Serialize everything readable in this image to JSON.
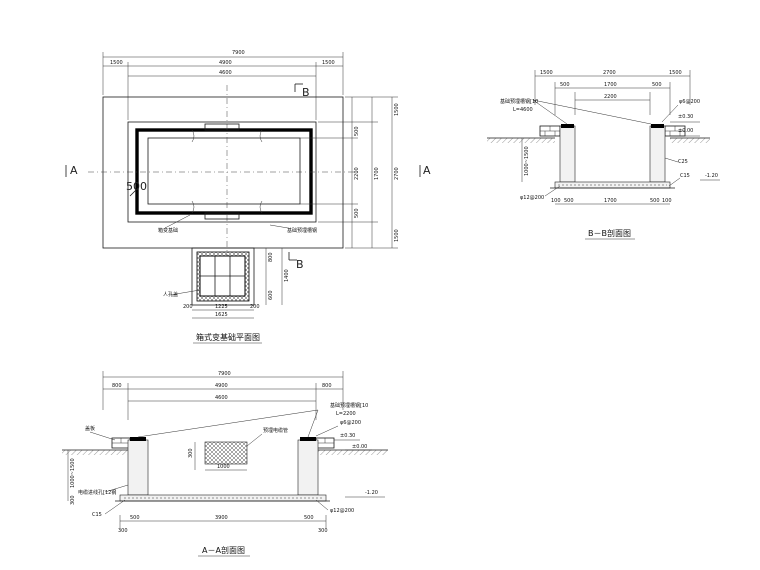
{
  "plan": {
    "dims_top": [
      "7900",
      "1500",
      "4900",
      "1500",
      "4600"
    ],
    "dims_right": [
      "1500",
      "500",
      "2200",
      "1700",
      "2700",
      "500",
      "1500"
    ],
    "dims_pit": [
      "800",
      "1400",
      "600"
    ],
    "dims_bottom": [
      "200",
      "1225",
      "200",
      "1625"
    ],
    "section_letters": [
      "A",
      "A",
      "B",
      "B"
    ],
    "mark": "500",
    "labels": [
      "箱变基础",
      "基础预埋槽钢",
      "人孔盖"
    ],
    "title": "箱式变基础平面图"
  },
  "bb": {
    "dims_top": [
      "1500",
      "2700",
      "1500",
      "500",
      "1700",
      "500",
      "2200"
    ],
    "dims_bottom": [
      "100",
      "500",
      "1700",
      "500",
      "100"
    ],
    "dims_left": [
      "1000~1500"
    ],
    "labels": [
      "基础预埋槽钢[10",
      "L=4600",
      "φ6@200",
      "±0.30",
      "±0.00",
      "C25",
      "C15",
      "-1.20",
      "φ12@200"
    ],
    "title": "B－B剖面图"
  },
  "aa": {
    "dims_top": [
      "7900",
      "800",
      "4900",
      "800",
      "4600"
    ],
    "dims_mid": [
      "300",
      "1000"
    ],
    "dims_bottom": [
      "500",
      "3900",
      "500",
      "300",
      "300"
    ],
    "dims_left": [
      "1000~1500",
      "300"
    ],
    "labels": [
      "盖板",
      "基础预埋槽钢[10",
      "L=2200",
      "φ6@200",
      "±0.30",
      "±0.00",
      "-1.20",
      "φ12@200",
      "C15",
      "预埋电缆管",
      "电缆进线孔[12钢"
    ],
    "title": "A－A剖面图"
  }
}
